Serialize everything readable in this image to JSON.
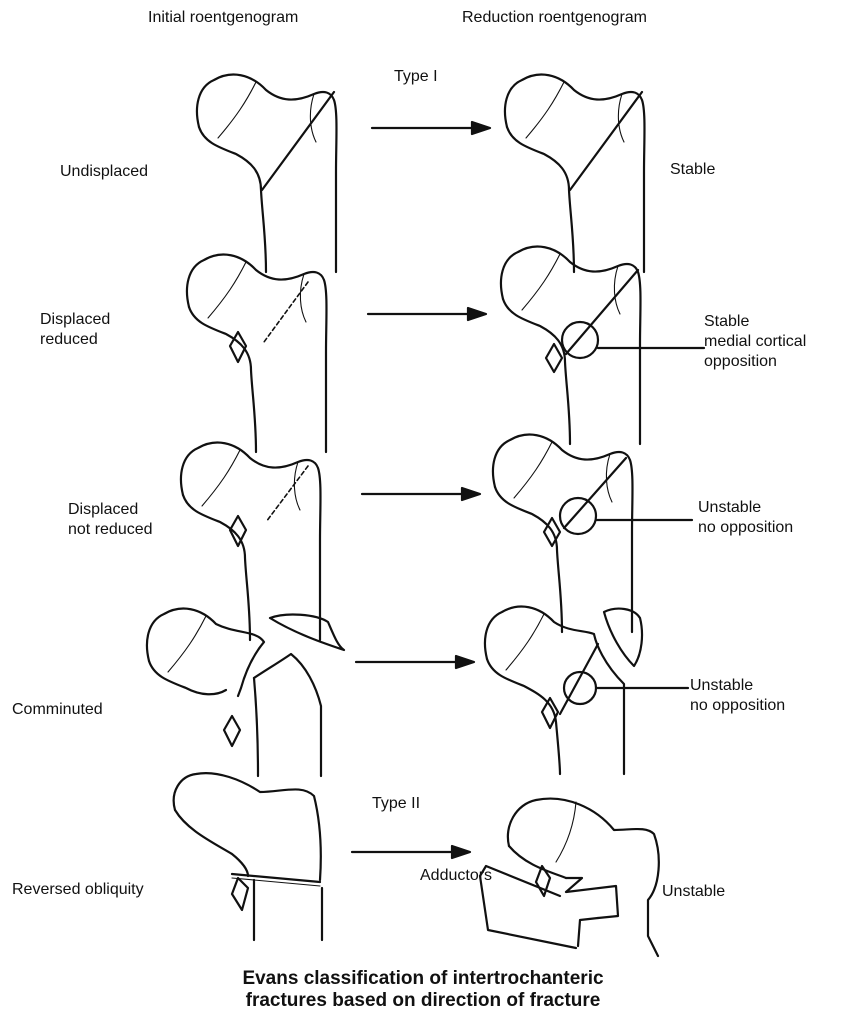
{
  "headers": {
    "initial": "Initial roentgenogram",
    "reduction": "Reduction roentgenogram"
  },
  "type_labels": {
    "type1": "Type I",
    "type2": "Type II"
  },
  "rows": [
    {
      "label_lines": [
        "Undisplaced"
      ],
      "result_lines": [
        "Stable"
      ]
    },
    {
      "label_lines": [
        "Displaced",
        "reduced"
      ],
      "result_lines": [
        "Stable",
        "medial cortical",
        "opposition"
      ]
    },
    {
      "label_lines": [
        "Displaced",
        "not reduced"
      ],
      "result_lines": [
        "Unstable",
        "no opposition"
      ]
    },
    {
      "label_lines": [
        "Comminuted"
      ],
      "result_lines": [
        "Unstable",
        "no opposition"
      ]
    },
    {
      "label_lines": [
        "Reversed obliquity"
      ],
      "result_lines": [
        "Unstable"
      ]
    }
  ],
  "annotations": {
    "adductors": "Adductors"
  },
  "caption_lines": [
    "Evans classification of intertrochanteric",
    "fractures based on direction of fracture"
  ]
}
